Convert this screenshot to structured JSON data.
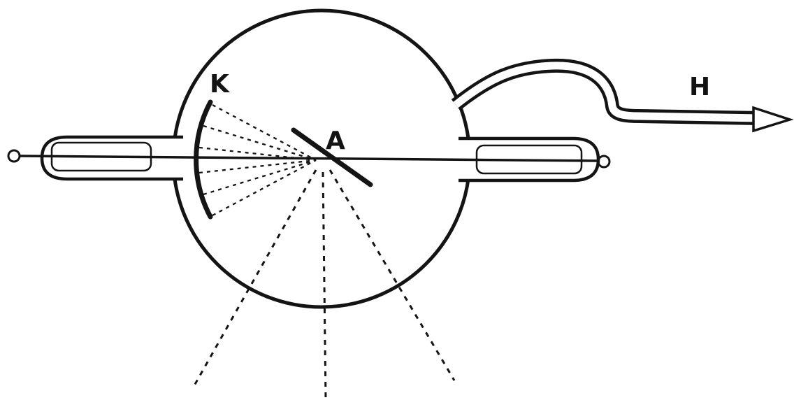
{
  "figure": {
    "labels": {
      "cathode": "K",
      "anticathode": "A",
      "anode_arm": "H"
    },
    "colors": {
      "ink": "#141414",
      "paper": "#ffffff"
    }
  }
}
